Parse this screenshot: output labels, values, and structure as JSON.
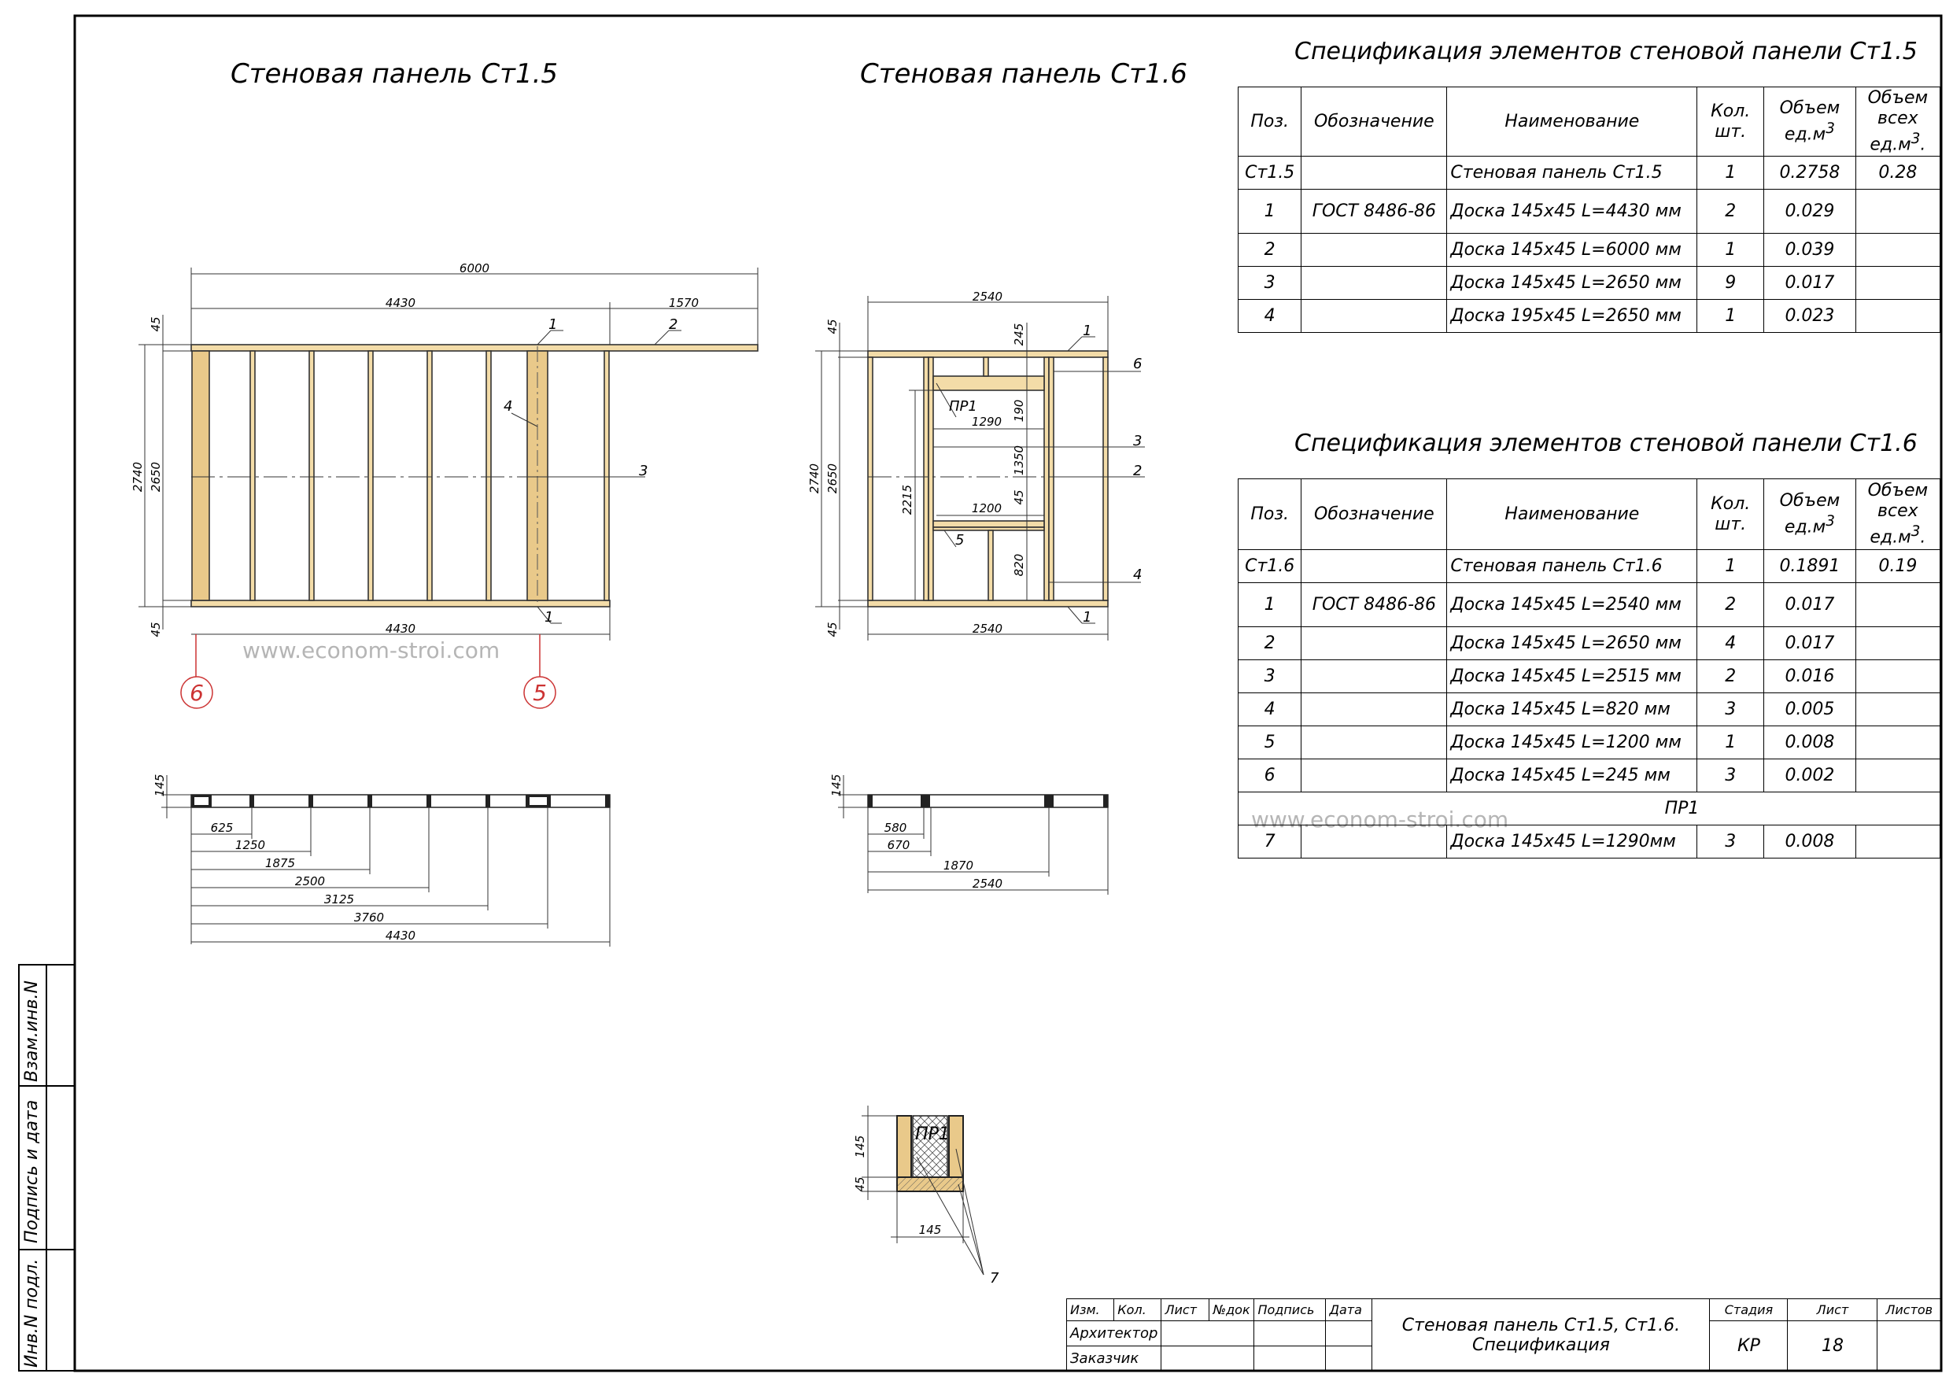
{
  "titles": {
    "panel_a": "Стеновая панель Ст1.5",
    "panel_b": "Стеновая панель Ст1.6",
    "spec_a": "Спецификация элементов стеновой панели Ст1.5",
    "spec_b": "Спецификация элементов стеновой панели Ст1.6",
    "section": "ПР1"
  },
  "watermark": "www.econom-stroi.com",
  "headers": {
    "pos": "Поз.",
    "designation": "Обозначение",
    "name": "Наименование",
    "qty_1": "Кол.",
    "qty_2": "шт.",
    "vol_unit_1": "Объем",
    "vol_unit_2": "ед.м",
    "vol_unit_sup": "3",
    "vol_all_1": "Объем",
    "vol_all_2": "всех",
    "vol_all_3": "ед.м",
    "vol_all_sup": "3",
    "vol_all_dot": "."
  },
  "spec_a": [
    {
      "pos": "Ст1.5",
      "designation": "",
      "name": "Стеновая панель Ст1.5",
      "qty": "1",
      "vol": "0.2758",
      "vol_all": "0.28"
    },
    {
      "pos": "1",
      "designation": "ГОСТ 8486-86",
      "name": "Доска 145x45 L=4430 мм",
      "qty": "2",
      "vol": "0.029",
      "vol_all": ""
    },
    {
      "pos": "2",
      "designation": "",
      "name": "Доска 145x45 L=6000 мм",
      "qty": "1",
      "vol": "0.039",
      "vol_all": ""
    },
    {
      "pos": "3",
      "designation": "",
      "name": "Доска 145x45 L=2650 мм",
      "qty": "9",
      "vol": "0.017",
      "vol_all": ""
    },
    {
      "pos": "4",
      "designation": "",
      "name": "Доска 195x45 L=2650 мм",
      "qty": "1",
      "vol": "0.023",
      "vol_all": ""
    }
  ],
  "spec_b": [
    {
      "pos": "Ст1.6",
      "designation": "",
      "name": "Стеновая панель Ст1.6",
      "qty": "1",
      "vol": "0.1891",
      "vol_all": "0.19"
    },
    {
      "pos": "1",
      "designation": "ГОСТ 8486-86",
      "name": "Доска 145x45 L=2540 мм",
      "qty": "2",
      "vol": "0.017",
      "vol_all": ""
    },
    {
      "pos": "2",
      "designation": "",
      "name": "Доска 145x45 L=2650 мм",
      "qty": "4",
      "vol": "0.017",
      "vol_all": ""
    },
    {
      "pos": "3",
      "designation": "",
      "name": "Доска 145x45 L=2515 мм",
      "qty": "2",
      "vol": "0.016",
      "vol_all": ""
    },
    {
      "pos": "4",
      "designation": "",
      "name": "Доска 145x45 L=820 мм",
      "qty": "3",
      "vol": "0.005",
      "vol_all": ""
    },
    {
      "pos": "5",
      "designation": "",
      "name": "Доска 145x45 L=1200 мм",
      "qty": "1",
      "vol": "0.008",
      "vol_all": ""
    },
    {
      "pos": "6",
      "designation": "",
      "name": "Доска 145x45 L=245 мм",
      "qty": "3",
      "vol": "0.002",
      "vol_all": ""
    }
  ],
  "spec_b_group": "ПР1",
  "spec_b_extra": {
    "pos": "7",
    "designation": "",
    "name": "Доска 145x45 L=1290мм",
    "qty": "3",
    "vol": "0.008",
    "vol_all": ""
  },
  "dims_a": {
    "total": "6000",
    "main": "4430",
    "overhang": "1570",
    "bottom": "4430",
    "h_total": "2740",
    "h_stud": "2650",
    "top_plate": "45",
    "bottom_plate": "45",
    "plan_t": "145",
    "plan": [
      "625",
      "1250",
      "1875",
      "2500",
      "3125",
      "3760",
      "4430"
    ],
    "axis_left": "6",
    "axis_right": "5",
    "pos_top": "1",
    "pos_overhang": "2",
    "pos_stud": "3",
    "pos_post": "4",
    "pos_bottom": "1"
  },
  "dims_b": {
    "top": "2540",
    "bottom": "2540",
    "h_total": "2740",
    "h_stud": "2650",
    "top_plate": "45",
    "bottom_plate": "45",
    "cripple": "245",
    "header": "190",
    "open_w": "1290",
    "open_h": "1350",
    "sill": "45",
    "lower_h": "820",
    "opening": "2215",
    "lower_w": "1200",
    "lintel": "ПР1",
    "plan_t": "145",
    "plan": [
      "580",
      "670",
      "1870",
      "2540"
    ],
    "pos_1a": "1",
    "pos_6": "6",
    "pos_3": "3",
    "pos_2": "2",
    "pos_5": "5",
    "pos_4": "4",
    "pos_1b": "1"
  },
  "section": {
    "h": "145",
    "t": "45",
    "w": "145",
    "pos": "7"
  },
  "stamp": {
    "cols": [
      "Изм.",
      "Кол.",
      "Лист",
      "№док",
      "Подпись",
      "Дата"
    ],
    "role_1": "Архитектор",
    "role_2": "Заказчик",
    "title_1": "Стеновая панель Ст1.5, Ст1.6.",
    "title_2": "Спецификация",
    "stage_h": "Стадия",
    "sheet_h": "Лист",
    "sheets_h": "Листов",
    "stage": "КР",
    "sheet": "18",
    "sheets": ""
  },
  "side": {
    "a": "Инв.N подл.",
    "b": "Подпись и дата",
    "c": "Взам.инв.N"
  }
}
